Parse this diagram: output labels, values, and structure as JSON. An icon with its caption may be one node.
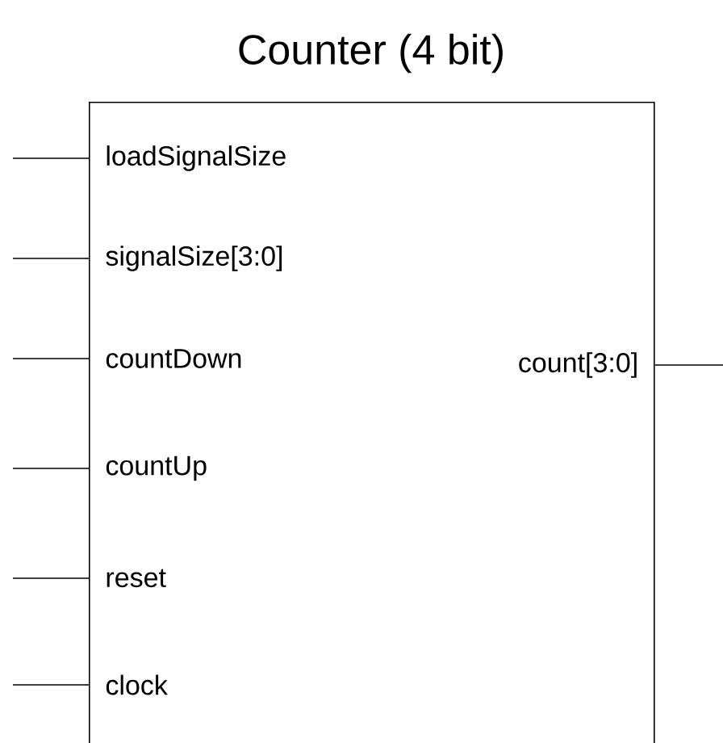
{
  "diagram": {
    "nodes": [
      {
        "text": [
          "Counter (4 bit)"
        ]
      },
      {
        "text": [
          "loadSignalSize"
        ],
        "in": 0
      },
      {
        "text": [
          "signalSize[3:0]"
        ],
        "in": 0
      },
      {
        "text": [
          "countDown"
        ],
        "in": 0
      },
      {
        "text": [
          "countUp"
        ],
        "in": 0
      },
      {
        "text": [
          "reset"
        ],
        "in": 0
      },
      {
        "text": [
          "clock"
        ],
        "in": 0
      },
      {
        "text": [
          "count[3:0]"
        ],
        "in": 0
      }
    ],
    "edges": [
      {
        "from": null,
        "to": 1,
        "arrow": "none"
      },
      {
        "from": null,
        "to": 2,
        "arrow": "none"
      },
      {
        "from": null,
        "to": 3,
        "arrow": "none"
      },
      {
        "from": null,
        "to": 4,
        "arrow": "none"
      },
      {
        "from": null,
        "to": 5,
        "arrow": "none"
      },
      {
        "from": null,
        "to": 6,
        "arrow": "none"
      },
      {
        "from": 7,
        "to": null,
        "arrow": "none"
      }
    ]
  }
}
